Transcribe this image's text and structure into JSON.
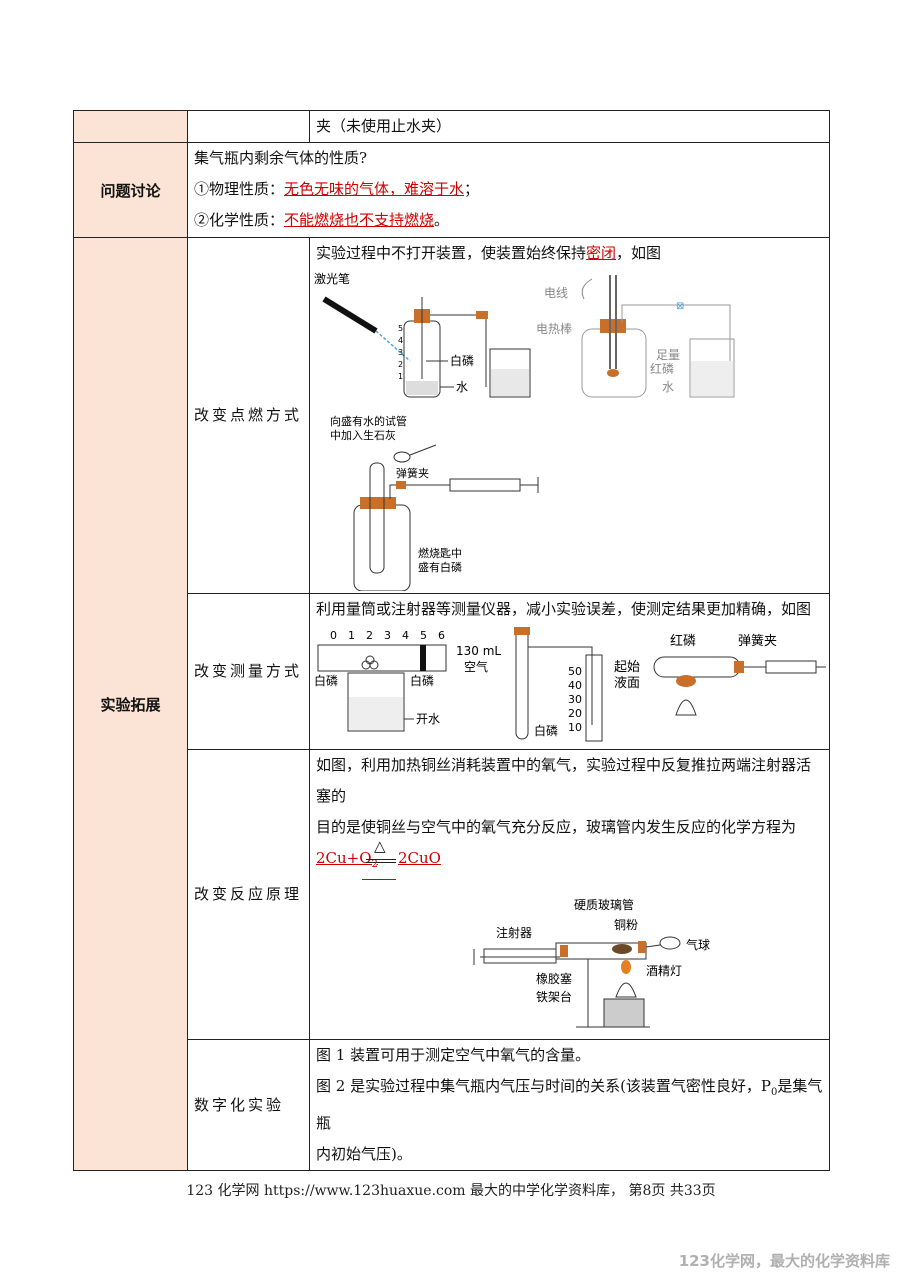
{
  "row_top": {
    "text": "夹（未使用止水夹）"
  },
  "discussion": {
    "label": "问题讨论",
    "question": "集气瓶内剩余气体的性质?",
    "physical_prefix": "①物理性质：",
    "physical_answer": "无色无味的气体，难溶于水",
    "physical_end": "；",
    "chemical_prefix": "②化学性质：",
    "chemical_answer": "不能燃烧也不支持燃烧",
    "chemical_end": "。"
  },
  "extension": {
    "label": "实验拓展",
    "ignition": {
      "label": "改变点燃方式",
      "text_before": "实验过程中不打开装置，使装置始终保持",
      "text_answer": "密闭",
      "text_after": "，如图",
      "fig1_laser": "激光笔",
      "fig1_phos": "白磷",
      "fig1_water": "水",
      "fig1_nums": [
        "5",
        "4",
        "3",
        "2",
        "1"
      ],
      "fig2_wire": "电线",
      "fig2_rod": "电热棒",
      "fig2_enough": "足量",
      "fig2_redp": "红磷",
      "fig2_water": "水",
      "fig3_tube1": "向盛有水的试管",
      "fig3_tube2": "中加入生石灰",
      "fig3_clip": "弹簧夹",
      "fig3_spoon1": "燃烧匙中",
      "fig3_spoon2": "盛有白磷"
    },
    "measure": {
      "label": "改变测量方式",
      "text": "利用量筒或注射器等测量仪器，减小实验误差，使测定结果更加精确，如图",
      "scale": [
        "0",
        "1",
        "2",
        "3",
        "4",
        "5",
        "6"
      ],
      "phos_left": "白磷",
      "phos_right": "白磷",
      "boiling": "开水",
      "air_vol": "130 mL",
      "air": "空气",
      "phos2": "白磷",
      "cyl_marks": [
        "50",
        "40",
        "30",
        "20",
        "10"
      ],
      "start1": "起始",
      "start2": "液面",
      "redp": "红磷",
      "clip": "弹簧夹"
    },
    "principle": {
      "label": "改变反应原理",
      "text1": "如图，利用加热铜丝消耗装置中的氧气，实验过程中反复推拉两端注射器活塞的",
      "text2": "目的是使铜丝与空气中的氧气充分反应，玻璃管内发生反应的化学方程为",
      "eq_lhs": "2Cu+O",
      "eq_lhs_sub": "2",
      "eq_cond": "△",
      "eq_rhs": "2CuO",
      "fig_tube": "硬质玻璃管",
      "fig_cu": "铜粉",
      "fig_syringe": "注射器",
      "fig_balloon": "气球",
      "fig_stopper": "橡胶塞",
      "fig_lamp": "酒精灯",
      "fig_stand": "铁架台"
    },
    "digital": {
      "label": "数字化实验",
      "line1": "图 1 装置可用于测定空气中氧气的含量。",
      "line2": "图 2 是实验过程中集气瓶内气压与时间的关系(该装置气密性良好，P",
      "line2_sub": "0",
      "line2_end": "是集气瓶",
      "line3": "内初始气压)。"
    }
  },
  "footer": "123 化学网  https://www.123huaxue.com  最大的中学化学资料库，  第8页  共33页",
  "watermark": "123化学网，最大的化学资料库"
}
